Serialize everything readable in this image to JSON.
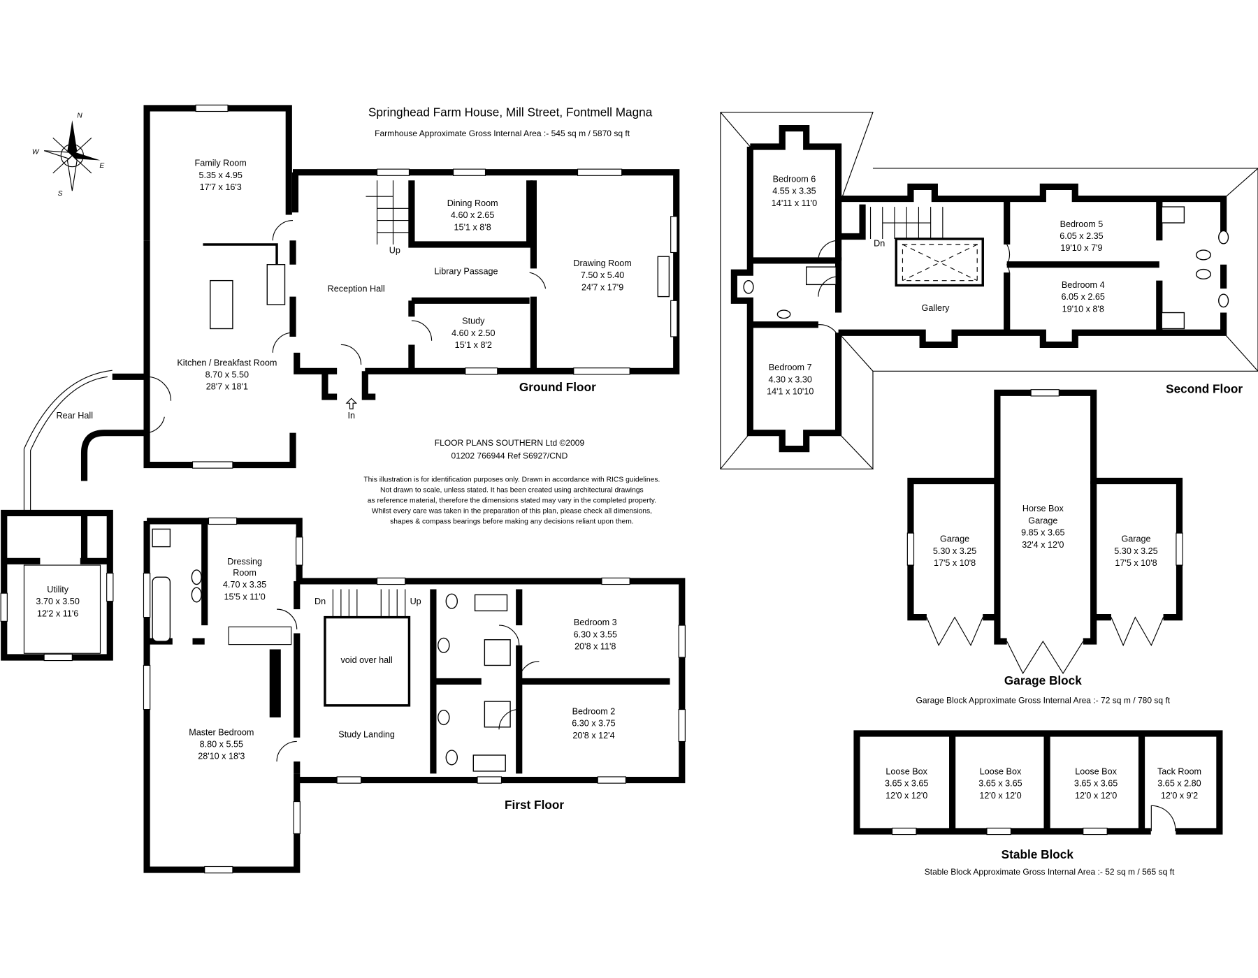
{
  "header": {
    "title": "Springhead Farm House, Mill Street, Fontmell Magna",
    "farmhouse_area": "Farmhouse Approximate Gross Internal Area  :-    545 sq m /  5870 sq ft"
  },
  "compass": {
    "n": "N",
    "e": "E",
    "s": "S",
    "w": "W"
  },
  "ground_floor": {
    "label": "Ground Floor",
    "entrance": "In",
    "stairs_up": "Up",
    "rooms": [
      {
        "name": "Family Room",
        "metric": "5.35 x 4.95",
        "imperial": "17'7 x 16'3"
      },
      {
        "name": "Kitchen / Breakfast Room",
        "metric": "8.70 x 5.50",
        "imperial": "28'7 x 18'1"
      },
      {
        "name": "Reception Hall"
      },
      {
        "name": "Dining Room",
        "metric": "4.60 x 2.65",
        "imperial": "15'1 x 8'8"
      },
      {
        "name": "Library Passage"
      },
      {
        "name": "Study",
        "metric": "4.60 x 2.50",
        "imperial": "15'1 x 8'2"
      },
      {
        "name": "Drawing Room",
        "metric": "7.50 x 5.40",
        "imperial": "24'7 x 17'9"
      },
      {
        "name": "Rear Hall"
      },
      {
        "name": "Utility",
        "metric": "3.70 x 3.50",
        "imperial": "12'2 x 11'6"
      }
    ]
  },
  "first_floor": {
    "label": "First Floor",
    "stairs_down": "Dn",
    "stairs_up": "Up",
    "rooms": [
      {
        "name": "Dressing",
        "name2": "Room",
        "metric": "4.70 x 3.35",
        "imperial": "15'5 x 11'0"
      },
      {
        "name": "void over hall"
      },
      {
        "name": "Bedroom 3",
        "metric": "6.30 x 3.55",
        "imperial": "20'8 x 11'8"
      },
      {
        "name": "Bedroom 2",
        "metric": "6.30 x 3.75",
        "imperial": "20'8 x 12'4"
      },
      {
        "name": "Master Bedroom",
        "metric": "8.80 x 5.55",
        "imperial": "28'10 x 18'3"
      },
      {
        "name": "Study Landing"
      }
    ]
  },
  "second_floor": {
    "label": "Second Floor",
    "stairs_down": "Dn",
    "rooms": [
      {
        "name": "Bedroom 6",
        "metric": "4.55 x 3.35",
        "imperial": "14'11 x 11'0"
      },
      {
        "name": "Bedroom 5",
        "metric": "6.05 x 2.35",
        "imperial": "19'10 x 7'9"
      },
      {
        "name": "Bedroom 4",
        "metric": "6.05 x 2.65",
        "imperial": "19'10 x 8'8"
      },
      {
        "name": "Gallery"
      },
      {
        "name": "Bedroom 7",
        "metric": "4.30 x 3.30",
        "imperial": "14'1 x 10'10"
      }
    ]
  },
  "garage_block": {
    "label": "Garage Block",
    "area": "Garage Block Approximate Gross Internal Area  :-    72 sq m /  780 sq ft",
    "rooms": [
      {
        "name": "Garage",
        "metric": "5.30 x 3.25",
        "imperial": "17'5 x 10'8"
      },
      {
        "name": "Horse Box",
        "name2": "Garage",
        "metric": "9.85 x 3.65",
        "imperial": "32'4 x 12'0"
      },
      {
        "name": "Garage",
        "metric": "5.30 x 3.25",
        "imperial": "17'5 x 10'8"
      }
    ]
  },
  "stable_block": {
    "label": "Stable Block",
    "area": "Stable Block Approximate Gross Internal Area  :-    52 sq m /  565 sq ft",
    "rooms": [
      {
        "name": "Loose Box",
        "metric": "3.65 x 3.65",
        "imperial": "12'0 x 12'0"
      },
      {
        "name": "Loose Box",
        "metric": "3.65 x 3.65",
        "imperial": "12'0 x 12'0"
      },
      {
        "name": "Loose Box",
        "metric": "3.65 x 3.65",
        "imperial": "12'0 x 12'0"
      },
      {
        "name": "Tack Room",
        "metric": "3.65 x 2.80",
        "imperial": "12'0 x 9'2"
      }
    ]
  },
  "credits": {
    "company": "FLOOR PLANS SOUTHERN Ltd   ©2009",
    "phone_ref": "01202 766944     Ref   S6927/CND",
    "disclaimer": [
      "This illustration is for identification purposes only. Drawn in accordance with RICS guidelines.",
      "Not drawn to scale, unless stated. It has been created using architectural drawings",
      "as reference material, therefore the dimensions stated may vary in the completed property.",
      "Whilst every care was taken in the preparation of this plan, please check all dimensions,",
      "shapes & compass bearings before making any decisions reliant upon them."
    ]
  }
}
